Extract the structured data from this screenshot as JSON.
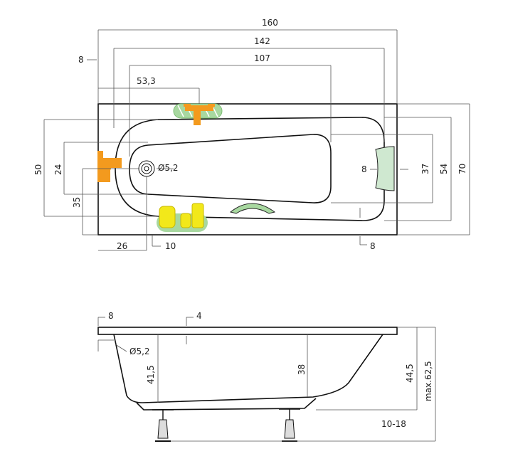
{
  "top_view": {
    "dims": {
      "total_length": "160",
      "inner_length_142": "142",
      "inner_length_107": "107",
      "edge_8": "8",
      "drain_offset": "53,3",
      "total_width": "70",
      "width_54": "54",
      "width_50": "50",
      "width_37": "37",
      "width_24": "24",
      "height_35": "35",
      "headrest_8": "8",
      "offset_26": "26",
      "offset_10": "10",
      "offset_8_bottom": "8",
      "drain_diameter": "Ø5,2"
    },
    "colors": {
      "tap_orange": "#f39a1e",
      "soap_yellow": "#f2e81a",
      "accent_green": "#a8d8a0",
      "headrest_green": "#cfe8d0"
    }
  },
  "side_view": {
    "dims": {
      "rim_8": "8",
      "rim_4": "4",
      "drain_diameter": "Ø5,2",
      "depth_41_5": "41,5",
      "depth_38": "38",
      "height_44_5": "44,5",
      "max_height": "max.62,5",
      "legs_range": "10-18"
    }
  }
}
